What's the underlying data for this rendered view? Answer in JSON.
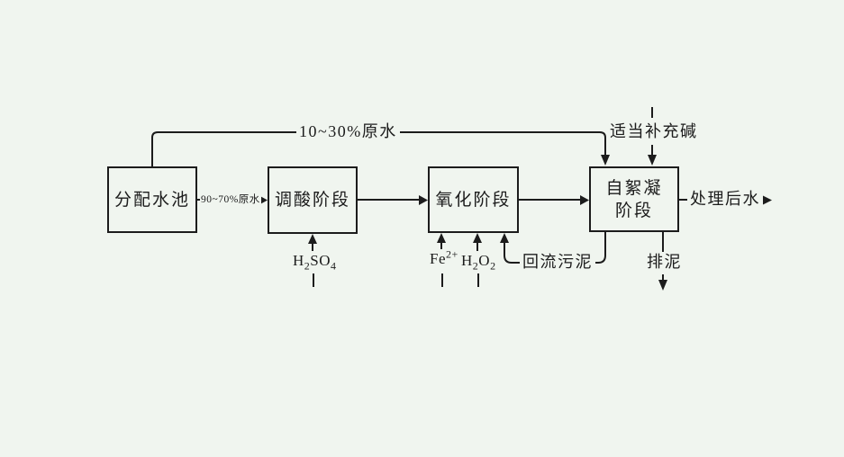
{
  "canvas": {
    "bg": "#f0f5ef",
    "ink": "#1c1c1c"
  },
  "boxes": [
    {
      "id": "distribution-pool",
      "label": "分配水池"
    },
    {
      "id": "acid-adjustment-stage",
      "label": "调酸阶段"
    },
    {
      "id": "oxidation-stage",
      "label": "氧化阶段"
    },
    {
      "id": "self-flocculation-stage",
      "label": "自絮凝阶段",
      "line1": "自絮凝",
      "line2": "阶段"
    }
  ],
  "flow_labels": {
    "bypass": "10~30%原水",
    "main_feed": "90~70%原水",
    "alkali": "适当补充碱",
    "treated_water": "处理后水",
    "recycle_sludge": "回流污泥",
    "sludge_discharge": "排泥"
  },
  "chemicals": {
    "h2so4": {
      "p1": "H",
      "s1": "2",
      "p2": "SO",
      "s2": "4"
    },
    "fe": {
      "p1": "Fe",
      "sup": "2+"
    },
    "h2o2": {
      "p1": "H",
      "s1": "2",
      "p2": "O",
      "s2": "2"
    }
  }
}
